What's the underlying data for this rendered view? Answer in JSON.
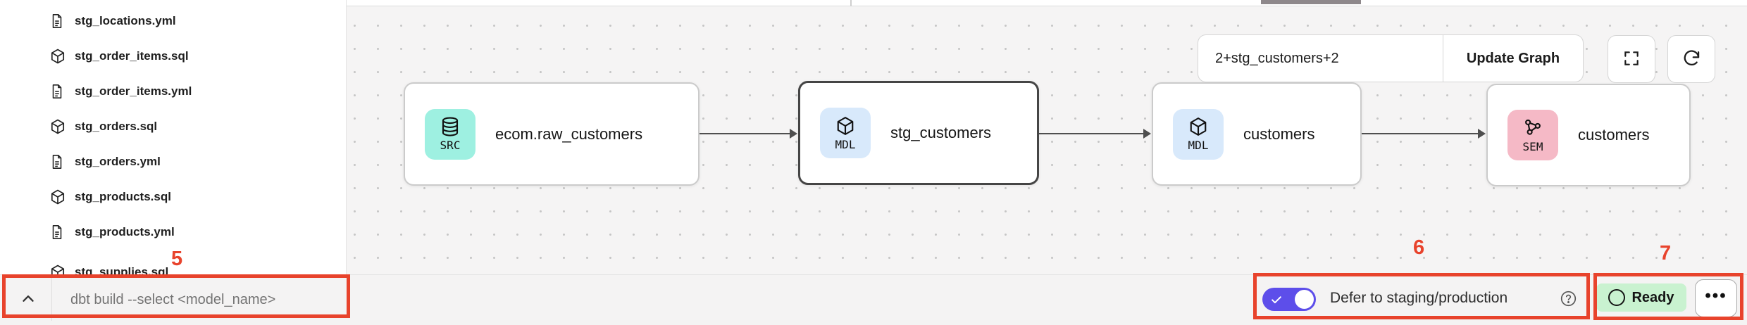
{
  "sidebar": {
    "files": [
      {
        "name": "stg_locations.yml",
        "type": "yml"
      },
      {
        "name": "stg_order_items.sql",
        "type": "sql"
      },
      {
        "name": "stg_order_items.yml",
        "type": "yml"
      },
      {
        "name": "stg_orders.sql",
        "type": "sql"
      },
      {
        "name": "stg_orders.yml",
        "type": "yml"
      },
      {
        "name": "stg_products.sql",
        "type": "sql"
      },
      {
        "name": "stg_products.yml",
        "type": "yml"
      },
      {
        "name": "stg_supplies.sql",
        "type": "sql"
      }
    ]
  },
  "lineage": {
    "selector_value": "2+stg_customers+2",
    "update_graph_label": "Update Graph",
    "nodes": [
      {
        "badge": "SRC",
        "label": "ecom.raw_customers",
        "kind": "source",
        "selected": false
      },
      {
        "badge": "MDL",
        "label": "stg_customers",
        "kind": "model",
        "selected": true
      },
      {
        "badge": "MDL",
        "label": "customers",
        "kind": "model",
        "selected": false
      },
      {
        "badge": "SEM",
        "label": "customers",
        "kind": "semantic",
        "selected": false
      }
    ]
  },
  "bottom_bar": {
    "command_placeholder": "dbt build --select <model_name>",
    "defer_toggle_label": "Defer to staging/production",
    "defer_toggle_on": true,
    "ready_label": "Ready",
    "more_label": "•••"
  },
  "annotations": {
    "step5": "5",
    "step6": "6",
    "step7": "7"
  },
  "colors": {
    "annotation_red": "#e8432c",
    "toggle_purple": "#5d4eea",
    "ready_green_bg": "#c9f2d0",
    "src_badge_bg": "#9ef0e1",
    "mdl_badge_bg": "#d8e9fb",
    "sem_badge_bg": "#f5b9c6",
    "canvas_bg": "#f5f4f4"
  }
}
